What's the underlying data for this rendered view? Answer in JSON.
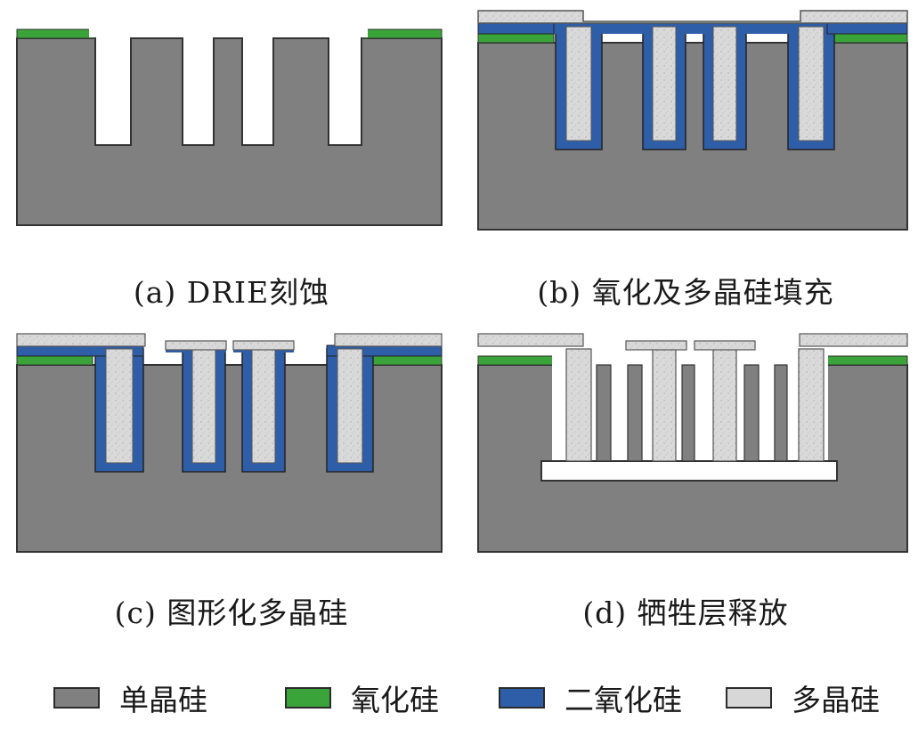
{
  "figure": {
    "panels": [
      {
        "id": "a",
        "caption": "(a) DRIE刻蚀"
      },
      {
        "id": "b",
        "caption": "(b) 氧化及多晶硅填充"
      },
      {
        "id": "c",
        "caption": "(c) 图形化多晶硅"
      },
      {
        "id": "d",
        "caption": "(d) 牺牲层释放"
      }
    ],
    "legend": [
      {
        "label": "单晶硅",
        "color": "#808080"
      },
      {
        "label": "氧化硅",
        "color": "#3aa33a"
      },
      {
        "label": "二氧化硅",
        "color": "#2f5ea8"
      },
      {
        "label": "多晶硅",
        "color": "#d7d7d7"
      }
    ]
  }
}
